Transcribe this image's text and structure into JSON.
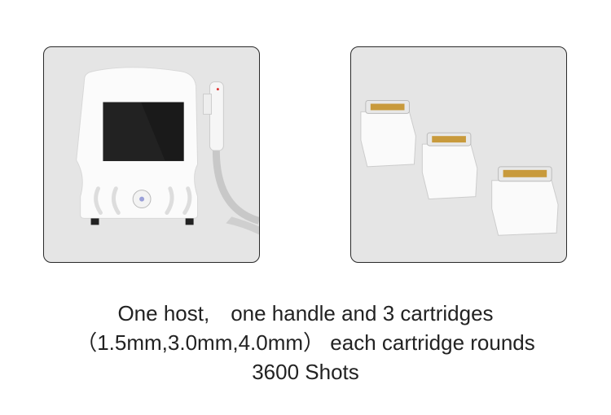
{
  "caption": {
    "line1": "One host,　one handle and 3 cartridges",
    "line2": "（1.5mm,3.0mm,4.0mm）  each cartridge rounds",
    "line3": "3600 Shots"
  },
  "colors": {
    "panel_bg": "#e5e5e5",
    "panel_border": "#2a2a2a",
    "text": "#222222",
    "cartridge_window": "#c89a3c"
  }
}
